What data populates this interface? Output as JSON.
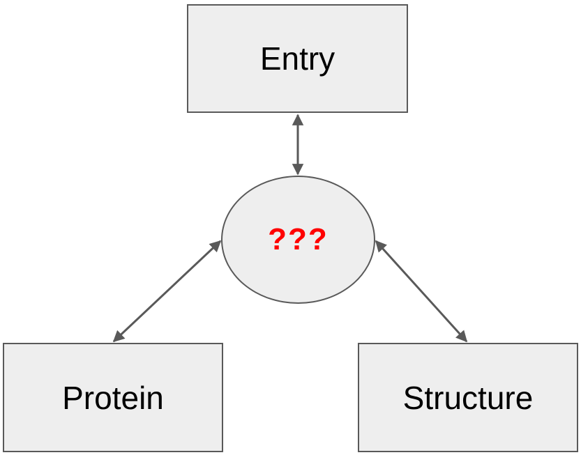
{
  "colors": {
    "node_fill": "#eeeeee",
    "node_border": "#595959",
    "connector": "#595959",
    "question_text": "#ff0000"
  },
  "nodes": {
    "entry": {
      "label": "Entry"
    },
    "center": {
      "label": "???"
    },
    "protein": {
      "label": "Protein"
    },
    "structure": {
      "label": "Structure"
    }
  },
  "edges": [
    {
      "from": "entry",
      "to": "center",
      "bidirectional": true
    },
    {
      "from": "center",
      "to": "protein",
      "bidirectional": true
    },
    {
      "from": "center",
      "to": "structure",
      "bidirectional": true
    }
  ]
}
